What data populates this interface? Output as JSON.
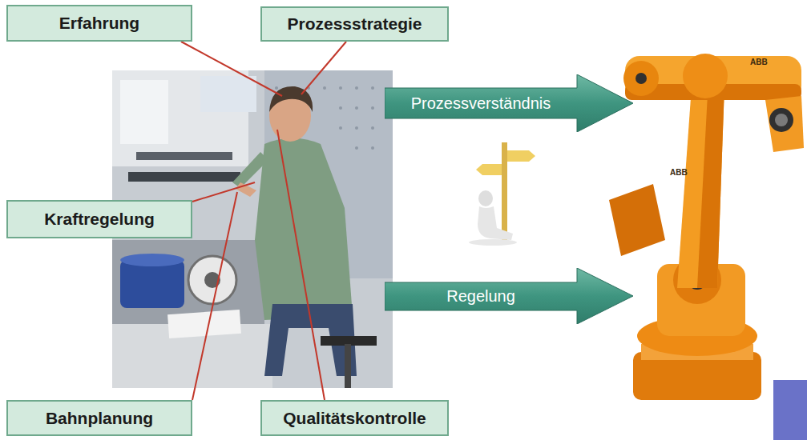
{
  "diagram": {
    "nodes": [
      {
        "text": [
          "Erfahrung"
        ]
      },
      {
        "text": [
          "Prozessstrategie"
        ]
      },
      {
        "text": [
          "Prozessverständnis"
        ]
      },
      {
        "text": [
          "Kraftregelung"
        ]
      },
      {
        "text": [
          "Regelung"
        ]
      },
      {
        "text": [
          "Bahnplanung"
        ]
      },
      {
        "text": [
          "Qualitätskontrolle"
        ]
      }
    ],
    "labels": [
      "ABB",
      "ABB"
    ]
  }
}
